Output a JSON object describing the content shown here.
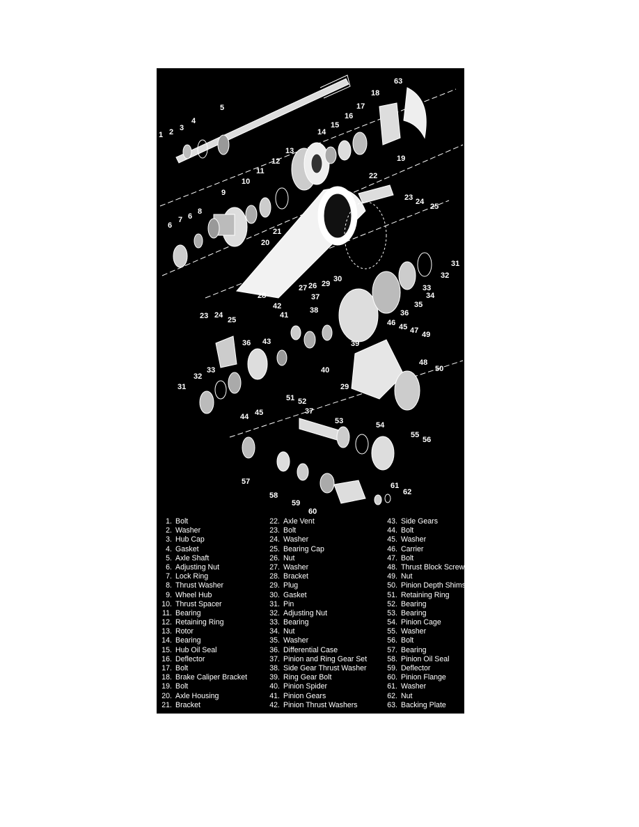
{
  "diagram": {
    "legend": [
      {
        "num": "1.",
        "label": "Bolt"
      },
      {
        "num": "2.",
        "label": "Washer"
      },
      {
        "num": "3.",
        "label": "Hub Cap"
      },
      {
        "num": "4.",
        "label": "Gasket"
      },
      {
        "num": "5.",
        "label": "Axle Shaft"
      },
      {
        "num": "6.",
        "label": "Adjusting Nut"
      },
      {
        "num": "7.",
        "label": "Lock Ring"
      },
      {
        "num": "8.",
        "label": "Thrust Washer"
      },
      {
        "num": "9.",
        "label": "Wheel Hub"
      },
      {
        "num": "10.",
        "label": "Thrust Spacer"
      },
      {
        "num": "11.",
        "label": "Bearing"
      },
      {
        "num": "12.",
        "label": "Retaining Ring"
      },
      {
        "num": "13.",
        "label": "Rotor"
      },
      {
        "num": "14.",
        "label": "Bearing"
      },
      {
        "num": "15.",
        "label": "Hub Oil Seal"
      },
      {
        "num": "16.",
        "label": "Deflector"
      },
      {
        "num": "17.",
        "label": "Bolt"
      },
      {
        "num": "18.",
        "label": "Brake Caliper Bracket"
      },
      {
        "num": "19.",
        "label": "Bolt"
      },
      {
        "num": "20.",
        "label": "Axle Housing"
      },
      {
        "num": "21.",
        "label": "Bracket"
      },
      {
        "num": "22.",
        "label": "Axle Vent"
      },
      {
        "num": "23.",
        "label": "Bolt"
      },
      {
        "num": "24.",
        "label": "Washer"
      },
      {
        "num": "25.",
        "label": "Bearing Cap"
      },
      {
        "num": "26.",
        "label": "Nut"
      },
      {
        "num": "27.",
        "label": "Washer"
      },
      {
        "num": "28.",
        "label": "Bracket"
      },
      {
        "num": "29.",
        "label": "Plug"
      },
      {
        "num": "30.",
        "label": "Gasket"
      },
      {
        "num": "31.",
        "label": "Pin"
      },
      {
        "num": "32.",
        "label": "Adjusting Nut"
      },
      {
        "num": "33.",
        "label": "Bearing"
      },
      {
        "num": "34.",
        "label": "Nut"
      },
      {
        "num": "35.",
        "label": "Washer"
      },
      {
        "num": "36.",
        "label": "Differential Case"
      },
      {
        "num": "37.",
        "label": "Pinion and Ring Gear Set"
      },
      {
        "num": "38.",
        "label": "Side Gear Thrust Washer"
      },
      {
        "num": "39.",
        "label": "Ring Gear Bolt"
      },
      {
        "num": "40.",
        "label": "Pinion Spider"
      },
      {
        "num": "41.",
        "label": "Pinion Gears"
      },
      {
        "num": "42.",
        "label": "Pinion Thrust Washers"
      },
      {
        "num": "43.",
        "label": "Side Gears"
      },
      {
        "num": "44.",
        "label": "Bolt"
      },
      {
        "num": "45.",
        "label": "Washer"
      },
      {
        "num": "46.",
        "label": "Carrier"
      },
      {
        "num": "47.",
        "label": "Bolt"
      },
      {
        "num": "48.",
        "label": "Thrust Block Screw"
      },
      {
        "num": "49.",
        "label": "Nut"
      },
      {
        "num": "50.",
        "label": "Pinion Depth Shims"
      },
      {
        "num": "51.",
        "label": "Retaining Ring"
      },
      {
        "num": "52.",
        "label": "Bearing"
      },
      {
        "num": "53.",
        "label": "Bearing"
      },
      {
        "num": "54.",
        "label": "Pinion Cage"
      },
      {
        "num": "55.",
        "label": "Washer"
      },
      {
        "num": "56.",
        "label": "Bolt"
      },
      {
        "num": "57.",
        "label": "Bearing"
      },
      {
        "num": "58.",
        "label": "Pinion Oil Seal"
      },
      {
        "num": "59.",
        "label": "Deflector"
      },
      {
        "num": "60.",
        "label": "Pinion Flange"
      },
      {
        "num": "61.",
        "label": "Washer"
      },
      {
        "num": "62.",
        "label": "Nut"
      },
      {
        "num": "63.",
        "label": "Backing Plate"
      }
    ],
    "callouts": {
      "c1": "1",
      "c2": "2",
      "c3": "3",
      "c4": "4",
      "c5": "5",
      "c6a": "6",
      "c6b": "6",
      "c7": "7",
      "c8": "8",
      "c9": "9",
      "c10": "10",
      "c11": "11",
      "c12": "12",
      "c13": "13",
      "c14": "14",
      "c15": "15",
      "c16": "16",
      "c17": "17",
      "c18": "18",
      "c19": "19",
      "c20": "20",
      "c21": "21",
      "c22": "22",
      "c23a": "23",
      "c23b": "23",
      "c24a": "24",
      "c24b": "24",
      "c25a": "25",
      "c25b": "25",
      "c26": "26",
      "c27": "27",
      "c28": "28",
      "c29a": "29",
      "c29b": "29",
      "c30": "30",
      "c31a": "31",
      "c31b": "31",
      "c32a": "32",
      "c32b": "32",
      "c33a": "33",
      "c33b": "33",
      "c34": "34",
      "c35": "35",
      "c36a": "36",
      "c36b": "36",
      "c37a": "37",
      "c37b": "37",
      "c38": "38",
      "c39": "39",
      "c40": "40",
      "c41": "41",
      "c42": "42",
      "c43": "43",
      "c44": "44",
      "c45a": "45",
      "c45b": "45",
      "c46": "46",
      "c47": "47",
      "c48": "48",
      "c49": "49",
      "c50": "50",
      "c51": "51",
      "c52": "52",
      "c53": "53",
      "c54": "54",
      "c55": "55",
      "c56": "56",
      "c57": "57",
      "c58": "58",
      "c59": "59",
      "c60": "60",
      "c61": "61",
      "c62": "62",
      "c63": "63"
    }
  }
}
